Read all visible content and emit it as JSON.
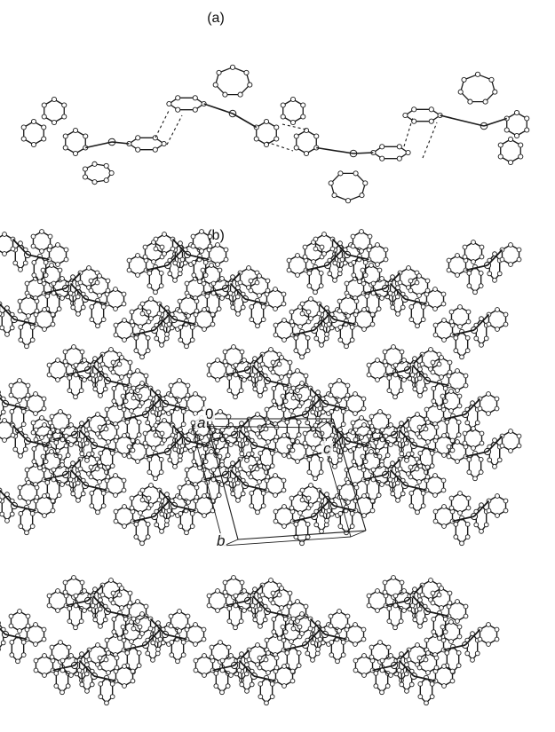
{
  "figure": {
    "panel_a": {
      "label": "(a)"
    },
    "panel_b": {
      "label": "(b)"
    },
    "unit_cell_axes": {
      "origin": "0",
      "a": "a",
      "b": "b",
      "c": "c"
    }
  },
  "colors": {
    "bond": "#1a1a1a",
    "atom_fill": "#ffffff",
    "dashed_contact": "#1a1a1a"
  }
}
